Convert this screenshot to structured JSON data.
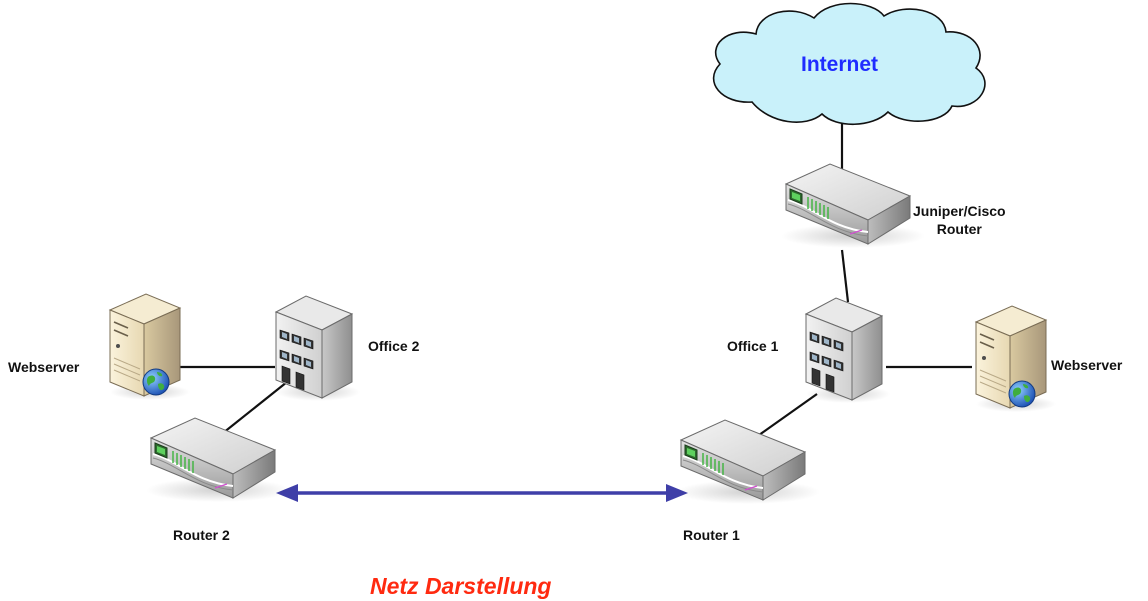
{
  "cloud": {
    "label": "Internet",
    "label_color": "#1f2cff",
    "fill_color": "#c9f1fa",
    "icon": "cloud-icon"
  },
  "nodes": {
    "core_router": {
      "label_line1": "Juniper/Cisco",
      "label_line2": "Router",
      "icon": "router-icon"
    },
    "office1": {
      "label": "Office 1",
      "icon": "office-building-icon"
    },
    "office2": {
      "label": "Office 2",
      "icon": "office-building-icon"
    },
    "webserver_left": {
      "label": "Webserver",
      "icon": "webserver-icon"
    },
    "webserver_right": {
      "label": "Webserver",
      "icon": "webserver-icon"
    },
    "router1": {
      "label": "Router 1",
      "icon": "router-icon"
    },
    "router2": {
      "label": "Router 2",
      "icon": "router-icon"
    }
  },
  "links": {
    "wan_link_color": "#3f3fa8",
    "lan_link_color": "#111111"
  },
  "caption": {
    "text": "Netz Darstellung",
    "color": "#ff2a10"
  }
}
